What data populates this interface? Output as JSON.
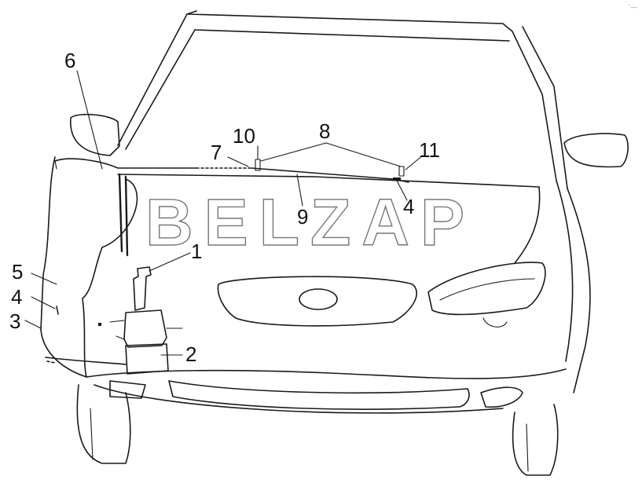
{
  "watermark": "BELZAP",
  "corner_mark": "´—",
  "callouts": [
    {
      "id": "1",
      "label": "1"
    },
    {
      "id": "2",
      "label": "2"
    },
    {
      "id": "3",
      "label": "3"
    },
    {
      "id": "4a",
      "label": "4"
    },
    {
      "id": "4b",
      "label": "4"
    },
    {
      "id": "5",
      "label": "5"
    },
    {
      "id": "6",
      "label": "6"
    },
    {
      "id": "7",
      "label": "7"
    },
    {
      "id": "8",
      "label": "8"
    },
    {
      "id": "9",
      "label": "9"
    },
    {
      "id": "10",
      "label": "10"
    },
    {
      "id": "11",
      "label": "11"
    }
  ],
  "colors": {
    "line": "#1a1a1a",
    "watermark": "#777777",
    "background": "#ffffff"
  }
}
